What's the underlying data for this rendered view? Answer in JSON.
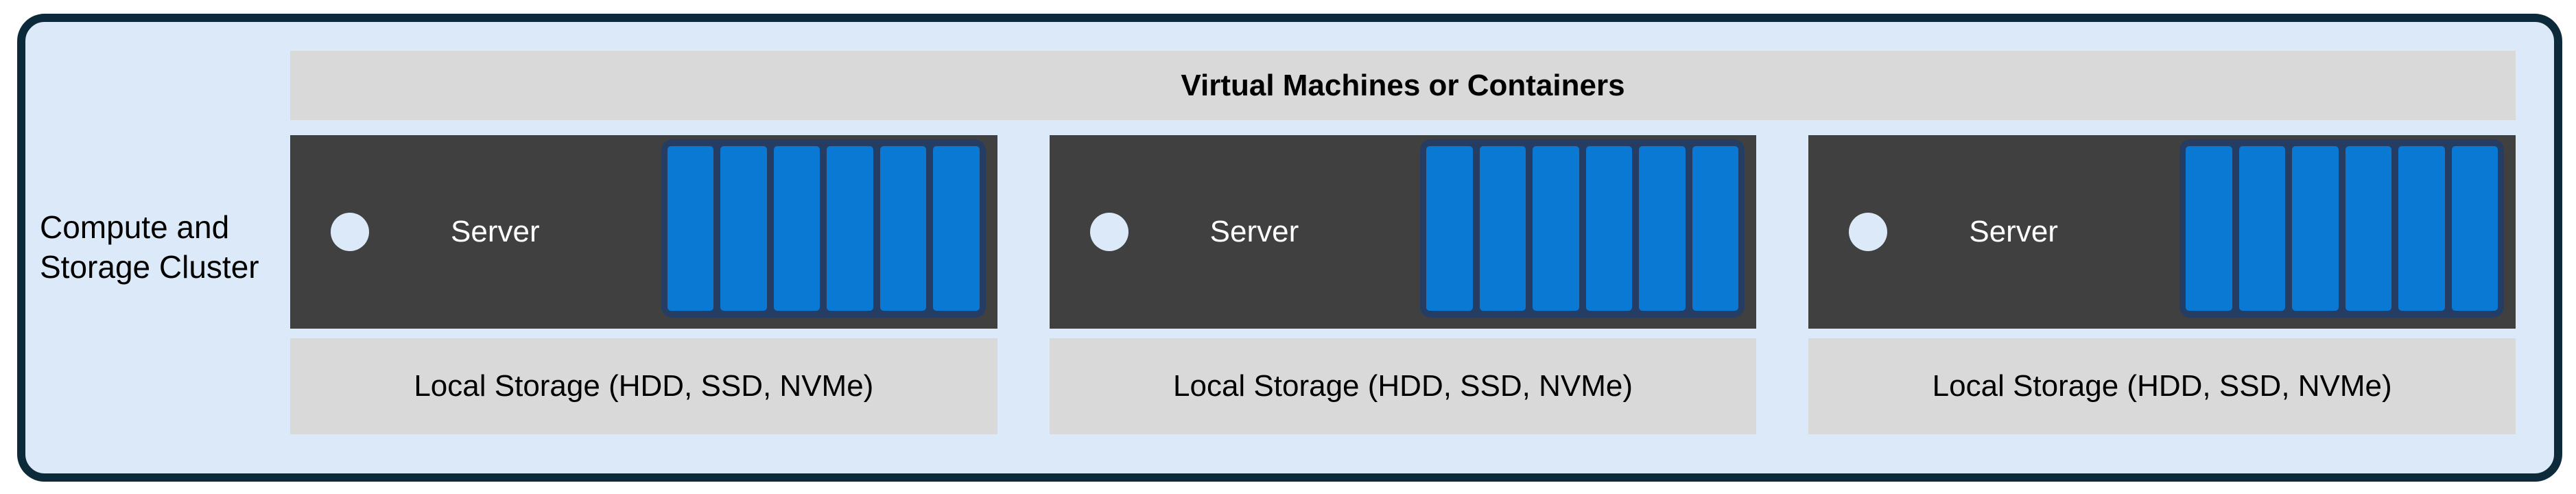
{
  "diagram": {
    "cluster_label_lines": [
      "Compute and",
      "Storage Cluster"
    ],
    "vm_header": "Virtual Machines or Containers",
    "servers": [
      {
        "label": "Server",
        "disk_count": 6,
        "storage_label": "Local Storage (HDD, SSD, NVMe)"
      },
      {
        "label": "Server",
        "disk_count": 6,
        "storage_label": "Local Storage (HDD, SSD, NVMe)"
      },
      {
        "label": "Server",
        "disk_count": 6,
        "storage_label": "Local Storage (HDD, SSD, NVMe)"
      }
    ],
    "colors": {
      "frame_border": "#0d2a3a",
      "frame_fill": "#dbe9f8",
      "panel_gray": "#d9d9d9",
      "server_dark": "#404040",
      "disk_blue": "#0a79d4",
      "disk_tray_navy": "#253c63",
      "power_circle_fill": "#dbe9f8",
      "server_text": "#ffffff",
      "text": "#000000"
    }
  }
}
